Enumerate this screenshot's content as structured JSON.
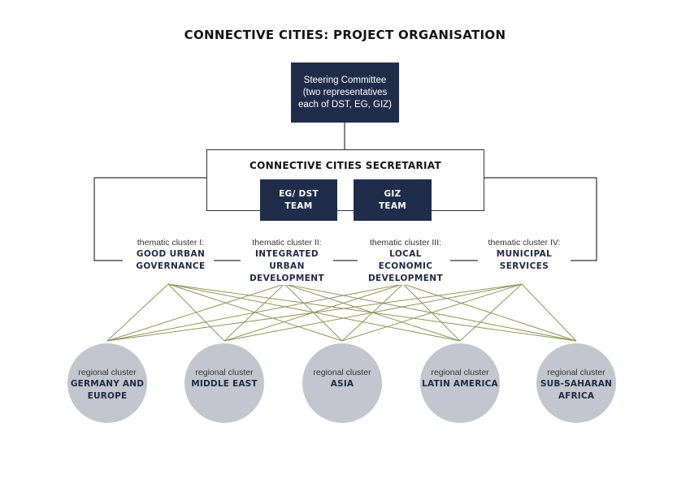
{
  "title": "CONNECTIVE CITIES: PROJECT ORGANISATION",
  "steering_committee": {
    "line1": "Steering Committee",
    "line2": "(two representatives",
    "line3": "each of DST, EG, GIZ)"
  },
  "secretariat": {
    "title": "CONNECTIVE CITIES SECRETARIAT",
    "teams": [
      {
        "label": "EG/ DST\nTEAM"
      },
      {
        "label": "GIZ\nTEAM"
      }
    ]
  },
  "thematic_clusters": [
    {
      "label": "thematic cluster  I:",
      "name": "GOOD URBAN\nGOVERNANCE"
    },
    {
      "label": "thematic cluster  II:",
      "name": "INTEGRATED\nURBAN\nDEVELOPMENT"
    },
    {
      "label": "thematic cluster III:",
      "name": "LOCAL\nECONOMIC\nDEVELOPMENT"
    },
    {
      "label": "thematic cluster IV:",
      "name": "MUNICIPAL\nSERVICES"
    }
  ],
  "regional_clusters": [
    {
      "label": "regional cluster",
      "name": "GERMANY AND\nEUROPE"
    },
    {
      "label": "regional cluster",
      "name": "MIDDLE EAST"
    },
    {
      "label": "regional cluster",
      "name": "ASIA"
    },
    {
      "label": "regional cluster",
      "name": "LATIN AMERICA"
    },
    {
      "label": "regional cluster",
      "name": "SUB-SAHARAN\nAFRICA"
    }
  ],
  "colors": {
    "box_fill": "#1f2d4a",
    "circle_fill": "#c3c6ce",
    "connector_line": "#8f955a",
    "frame_line": "#333333"
  }
}
